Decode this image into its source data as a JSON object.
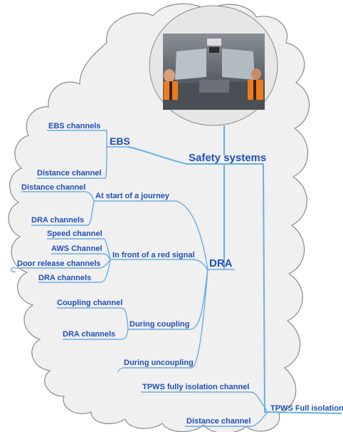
{
  "root": {
    "label": "Safety systems"
  },
  "photo": {
    "icon": "train-cab-photo"
  },
  "ebs": {
    "label": "EBS",
    "children": [
      "EBS channels",
      "Distance channel"
    ]
  },
  "dra": {
    "label": "DRA",
    "start_journey": {
      "label": "At start of a journey",
      "children": [
        "Distance channel",
        "DRA channels"
      ]
    },
    "red_signal": {
      "label": "In front of a red signal",
      "children": [
        "Speed channel",
        "AWS Channel",
        "Door release channels",
        "DRA channels"
      ]
    },
    "coupling": {
      "label": "During coupling",
      "children": [
        "Coupling channel",
        "DRA channels"
      ]
    },
    "uncoupling": {
      "label": "During uncoupling"
    }
  },
  "tpws": {
    "label": "TPWS Full isolation",
    "children": [
      "TPWS fully isolation channel",
      "Distance channel"
    ]
  },
  "colors": {
    "text": "#1f4fb8",
    "branch": "#6aaee6",
    "cloud_fill": "#f0f0f0",
    "cloud_stroke": "#8a8a8a"
  }
}
